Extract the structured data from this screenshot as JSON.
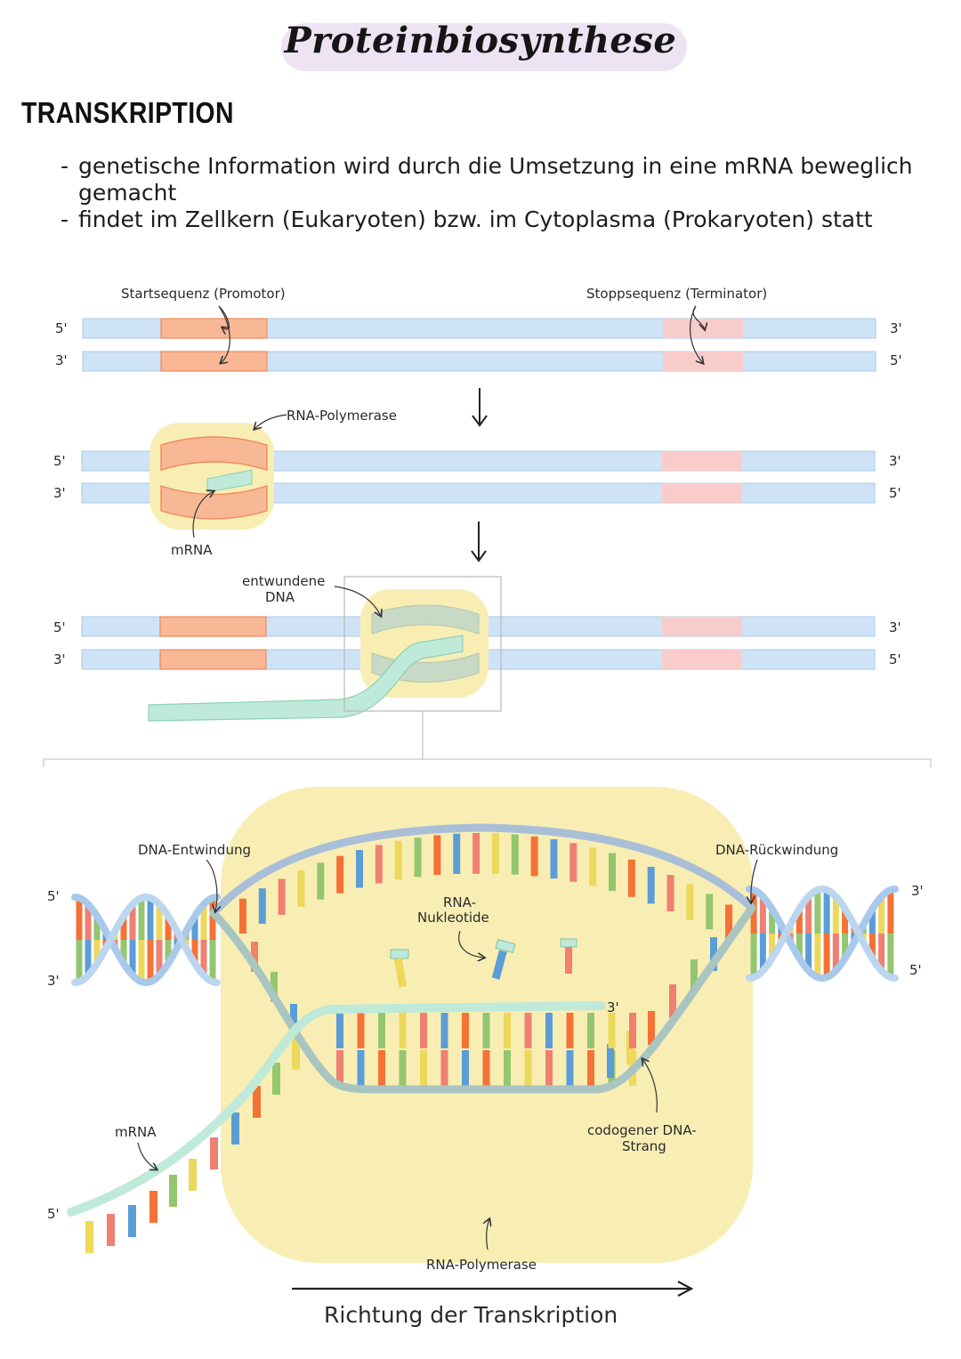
{
  "title": "Proteinbiosynthese",
  "section": "TRANSKRIPTION",
  "bullets": [
    "genetische Information wird durch die Umsetzung in eine mRNA beweglich gemacht",
    "findet im Zellkern (Eukaryoten) bzw. im Cytoplasma (Prokaryoten) statt"
  ],
  "labels": {
    "start": "Startsequenz (Promotor)",
    "stop": "Stoppsequenz (Terminator)",
    "rnapol": "RNA-Polymerase",
    "mrna": "mRNA",
    "entwunden1": "entwundene",
    "entwunden2": "DNA",
    "entwindung": "DNA-Entwindung",
    "rueckwindung": "DNA-Rückwindung",
    "nukleotide1": "RNA-",
    "nukleotide2": "Nukleotide",
    "codogen1": "codogener DNA-",
    "codogen2": "Strang",
    "mrna2": "mRNA",
    "rnapol2": "RNA-Polymerase",
    "richtung": "Richtung der Transkription"
  },
  "ends": {
    "five": "5'",
    "three": "3'"
  },
  "colors": {
    "strand": "#cfe3f6",
    "strandEdge": "#9ec2e6",
    "promotor": "#f8b795",
    "terminator": "#f9cccc",
    "polymerase": "#f8eeb4",
    "mrna": "#bfe9d8",
    "orange": "#f47236",
    "red": "#ef8072",
    "green": "#93c66e",
    "blue": "#5b9dd6",
    "yellow": "#ecd85a"
  }
}
